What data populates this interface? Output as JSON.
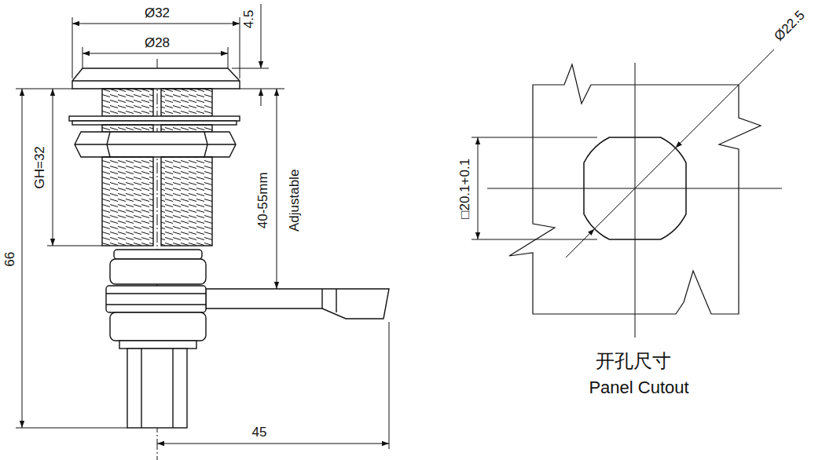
{
  "diagram": {
    "labels": [
      "Ø32",
      "Ø28",
      "4.5",
      "GH=32",
      "66",
      "40-55mm",
      "Adjustable",
      "45",
      "Ø22.5",
      "□20.1+0.1",
      "开孔尺寸",
      "Panel Cutout"
    ]
  }
}
